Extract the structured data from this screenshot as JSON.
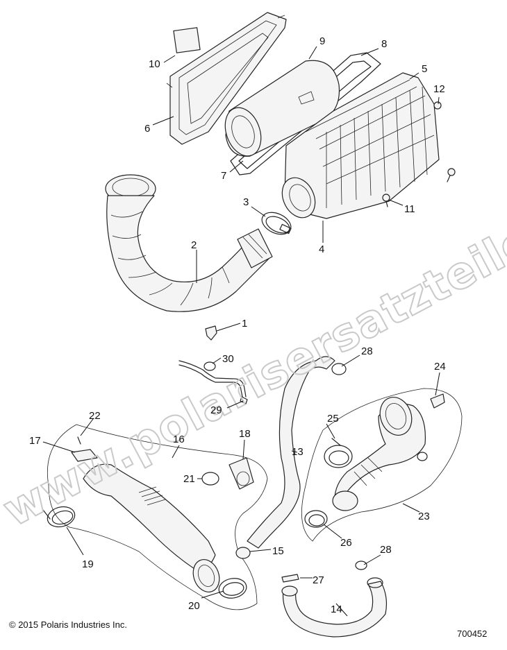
{
  "watermark": "www.polarisersatzteile.de",
  "copyright": "© 2015 Polaris Industries Inc.",
  "doc_number": "700452",
  "callouts": [
    "10",
    "9",
    "8",
    "5",
    "12",
    "6",
    "7",
    "3",
    "11",
    "4",
    "2",
    "1",
    "30",
    "28",
    "24",
    "29",
    "22",
    "17",
    "16",
    "18",
    "25",
    "13",
    "21",
    "23",
    "26",
    "19",
    "15",
    "28",
    "27",
    "20",
    "14"
  ]
}
